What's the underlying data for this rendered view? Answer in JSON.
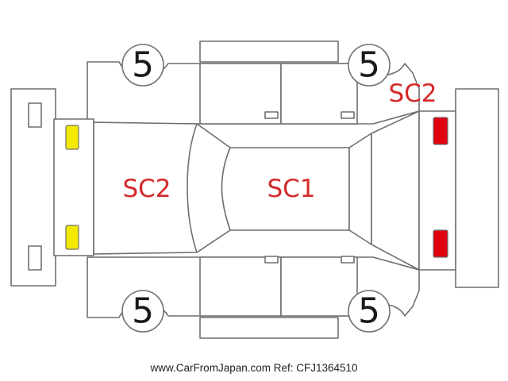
{
  "colors": {
    "outline": "#6f6f6f",
    "mark_text": "#d42a2a",
    "front_lamp": "#f4ea00",
    "rear_lamp": "#e00010"
  },
  "tires": [
    {
      "position": "front-upper",
      "value": "5"
    },
    {
      "position": "rear-upper",
      "value": "5"
    },
    {
      "position": "front-lower",
      "value": "5"
    },
    {
      "position": "rear-lower",
      "value": "5"
    }
  ],
  "damage_marks": [
    {
      "area": "hood",
      "code": "SC2"
    },
    {
      "area": "roof",
      "code": "SC1"
    },
    {
      "area": "rear-quarter",
      "code": "SC2"
    }
  ],
  "lamps": {
    "front": "yellow",
    "rear": "red"
  },
  "footer": {
    "site": "www.CarFromJapan.com",
    "ref": "Ref: CFJ1364510"
  }
}
